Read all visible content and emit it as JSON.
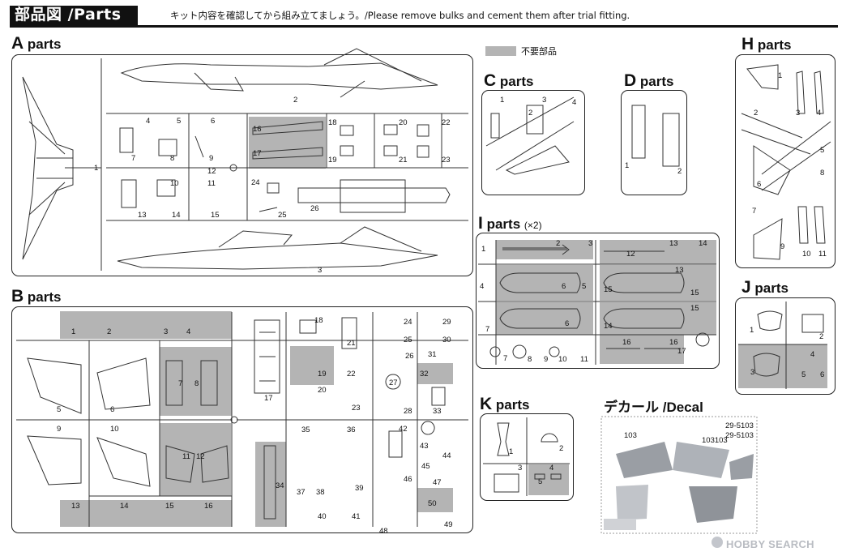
{
  "header": {
    "title": "部品図 /Parts",
    "note": "キット内容を確認してから組み立てましょう。/Please remove bulks and cement them after trial fitting."
  },
  "legend": {
    "label": "不要部品",
    "color": "#b4b4b4"
  },
  "sections": {
    "A": {
      "letter": "A",
      "word": "parts",
      "numbers": [
        "1",
        "2",
        "3",
        "4",
        "5",
        "6",
        "7",
        "8",
        "9",
        "10",
        "11",
        "12",
        "13",
        "14",
        "15",
        "16",
        "17",
        "18",
        "19",
        "20",
        "21",
        "22",
        "23",
        "24",
        "25",
        "26"
      ]
    },
    "B": {
      "letter": "B",
      "word": "parts",
      "numbers": [
        "1",
        "2",
        "3",
        "4",
        "5",
        "6",
        "7",
        "8",
        "9",
        "10",
        "11",
        "12",
        "13",
        "14",
        "15",
        "16",
        "17",
        "18",
        "19",
        "20",
        "21",
        "22",
        "23",
        "24",
        "25",
        "26",
        "27",
        "28",
        "29",
        "30",
        "31",
        "32",
        "33",
        "34",
        "35",
        "36",
        "37",
        "38",
        "39",
        "40",
        "41",
        "42",
        "43",
        "44",
        "45",
        "46",
        "47",
        "48",
        "49",
        "50"
      ]
    },
    "C": {
      "letter": "C",
      "word": "parts",
      "numbers": [
        "1",
        "2",
        "3",
        "4"
      ]
    },
    "D": {
      "letter": "D",
      "word": "parts",
      "numbers": [
        "1",
        "2"
      ]
    },
    "H": {
      "letter": "H",
      "word": "parts",
      "numbers": [
        "1",
        "2",
        "3",
        "4",
        "5",
        "6",
        "7",
        "8",
        "9",
        "10",
        "11"
      ]
    },
    "I": {
      "letter": "I",
      "word": "parts",
      "multiplier": "(×2)",
      "numbers": [
        "1",
        "2",
        "3",
        "4",
        "5",
        "6",
        "7",
        "8",
        "9",
        "10",
        "11",
        "12",
        "13",
        "14",
        "15",
        "16",
        "17"
      ]
    },
    "J": {
      "letter": "J",
      "word": "parts",
      "numbers": [
        "1",
        "2",
        "3",
        "4",
        "5",
        "6"
      ]
    },
    "K": {
      "letter": "K",
      "word": "parts",
      "numbers": [
        "1",
        "2",
        "3",
        "4",
        "5"
      ]
    },
    "decal": {
      "label": "デカール /Decal",
      "texts": [
        "103103",
        "29-5103",
        "29-5103",
        "103"
      ]
    }
  },
  "watermark": "HOBBY SEARCH"
}
